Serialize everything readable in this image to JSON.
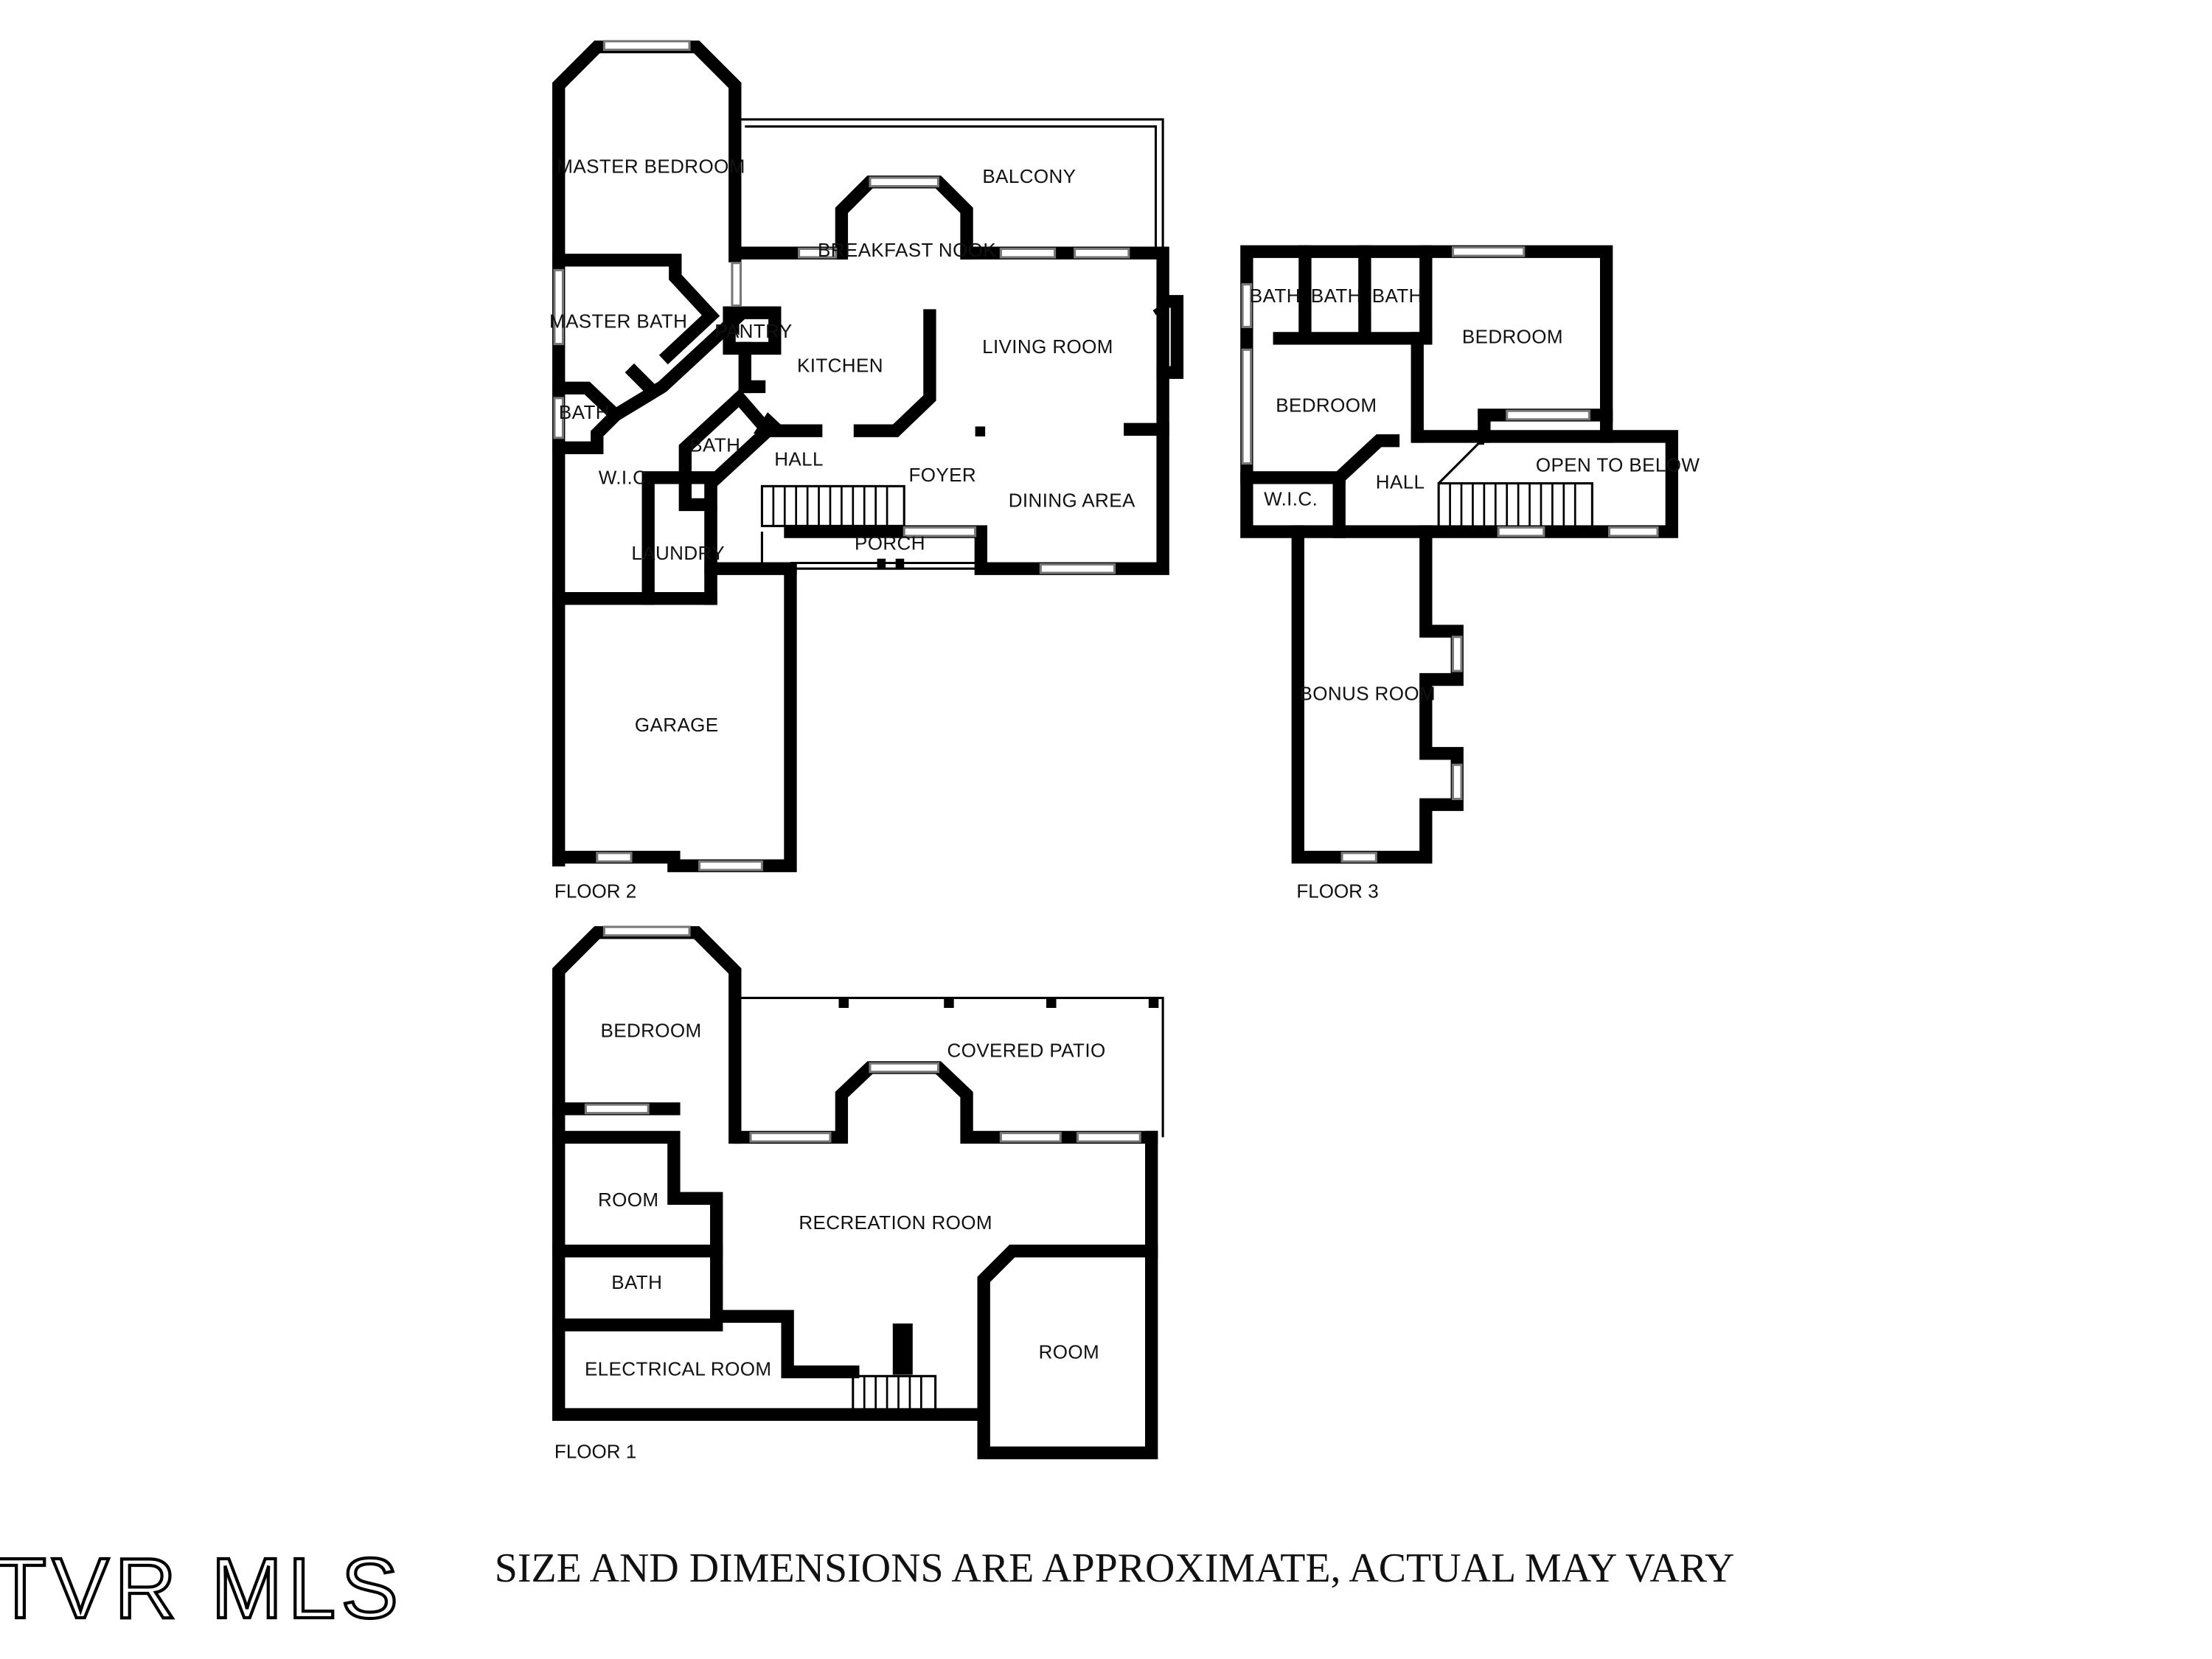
{
  "floor2": {
    "label": "FLOOR 2",
    "rooms": {
      "master_bedroom": "MASTER BEDROOM",
      "balcony": "BALCONY",
      "breakfast_nook": "BREAKFAST NOOK",
      "master_bath": "MASTER BATH",
      "pantry": "PANTRY",
      "kitchen": "KITCHEN",
      "living_room": "LIVING ROOM",
      "bath_left": "BATH",
      "bath_hall": "BATH",
      "hall": "HALL",
      "foyer": "FOYER",
      "wic": "W.I.C.",
      "dining_area": "DINING AREA",
      "porch": "PORCH",
      "laundry": "LAUNDRY",
      "garage": "GARAGE"
    }
  },
  "floor3": {
    "label": "FLOOR 3",
    "rooms": {
      "bath_1": "BATH",
      "bath_2": "BATH",
      "bath_3": "BATH",
      "bedroom_right": "BEDROOM",
      "bedroom_left": "BEDROOM",
      "open_to_below": "OPEN TO BELOW",
      "hall": "HALL",
      "wic": "W.I.C.",
      "bonus_room": "BONUS ROOM"
    }
  },
  "floor1": {
    "label": "FLOOR 1",
    "rooms": {
      "bedroom": "BEDROOM",
      "covered_patio": "COVERED PATIO",
      "room_left": "ROOM",
      "recreation_room": "RECREATION ROOM",
      "bath": "BATH",
      "room_right": "ROOM",
      "electrical_room": "ELECTRICAL ROOM"
    }
  },
  "disclaimer": "SIZE AND DIMENSIONS ARE APPROXIMATE, ACTUAL MAY VARY",
  "logo_text": "TVR MLS"
}
